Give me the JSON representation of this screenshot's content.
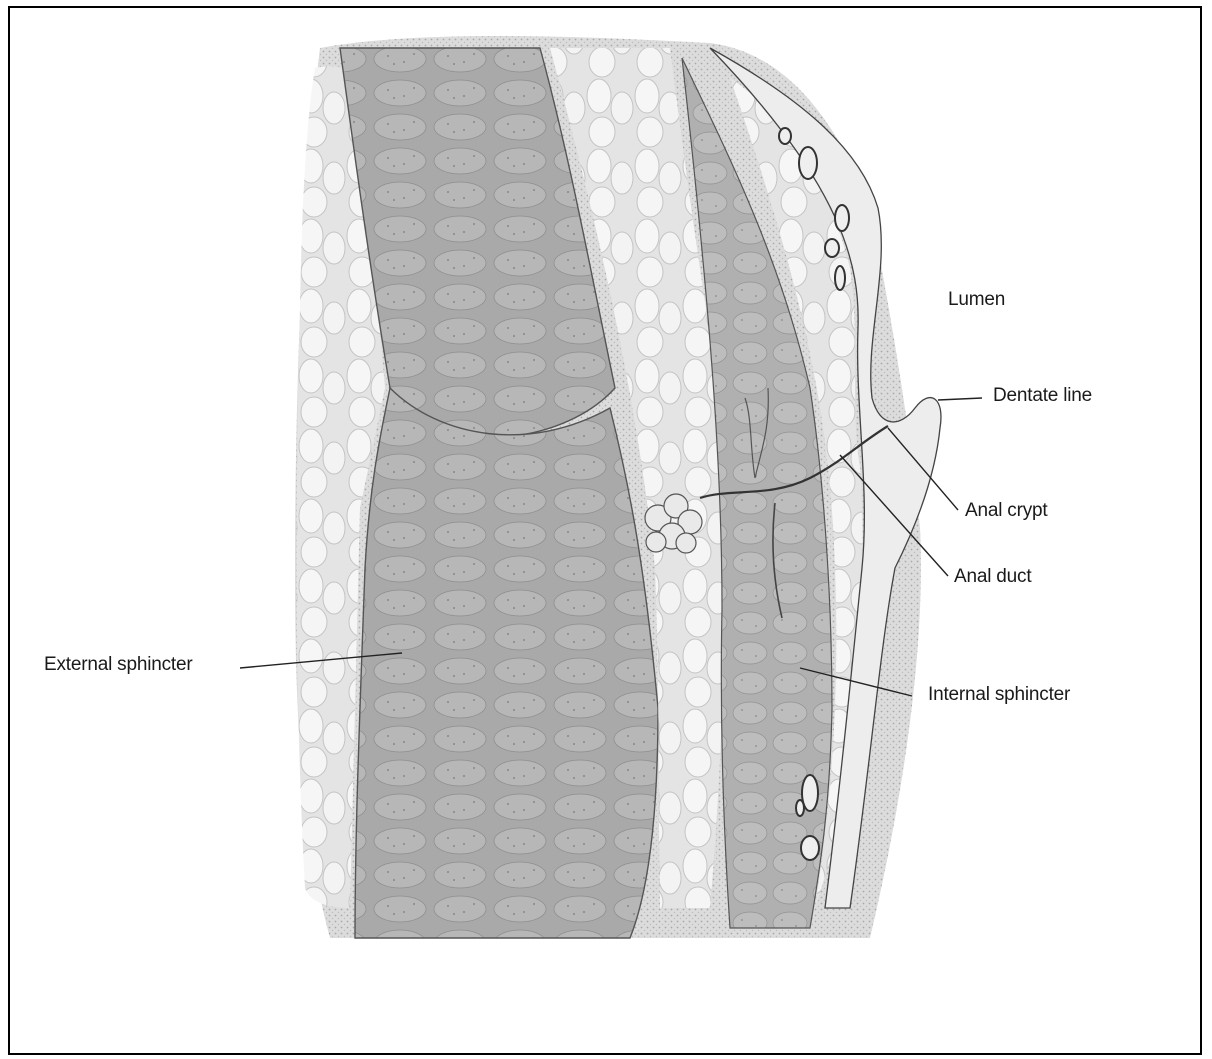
{
  "figure": {
    "labels": {
      "lumen": "Lumen",
      "dentate_line": "Dentate line",
      "anal_crypt": "Anal crypt",
      "anal_duct": "Anal duct",
      "external_sphincter": "External sphincter",
      "internal_sphincter": "Internal sphincter"
    }
  }
}
